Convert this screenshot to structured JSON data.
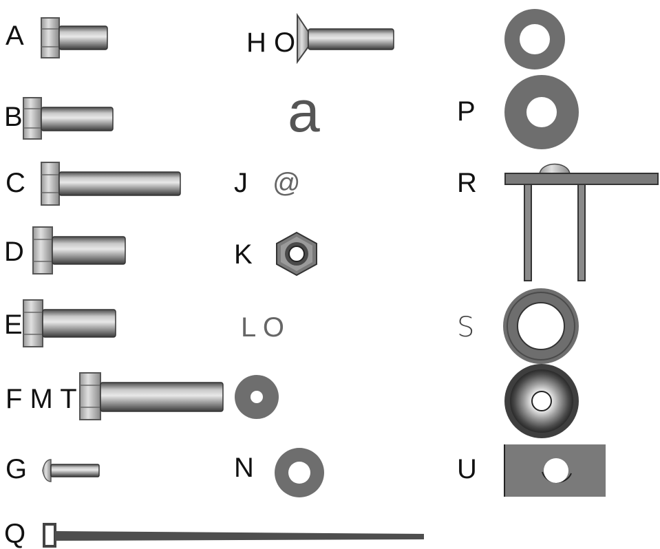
{
  "labels": {
    "A": "A",
    "B": "B",
    "C": "C",
    "D": "D",
    "E": "E",
    "FMT": "F M T",
    "G": "G",
    "Q": "Q",
    "HO": "H O",
    "a": "a",
    "J": "J",
    "at": "@",
    "K": "K",
    "LO": "L O",
    "N": "N",
    "P": "P",
    "R": "R",
    "S": "S",
    "U": "U"
  },
  "colors": {
    "metal_dark": "#5a5a5a",
    "metal_mid": "#8c8c8c",
    "metal_light": "#d8d8d8",
    "washer": "#6e6e6e",
    "plate": "#7a7a7a"
  },
  "icons": {
    "hex_bolt": "hex-head-bolt-icon",
    "countersunk_bolt": "countersunk-bolt-icon",
    "round_head_screw": "round-head-screw-icon",
    "hex_nut": "hex-nut-icon",
    "washer": "washer-icon",
    "cable_tie": "cable-tie-icon",
    "u_bolt_bracket": "u-bracket-icon",
    "countersunk_washer": "countersunk-washer-icon",
    "plate": "plate-with-hole-icon"
  }
}
